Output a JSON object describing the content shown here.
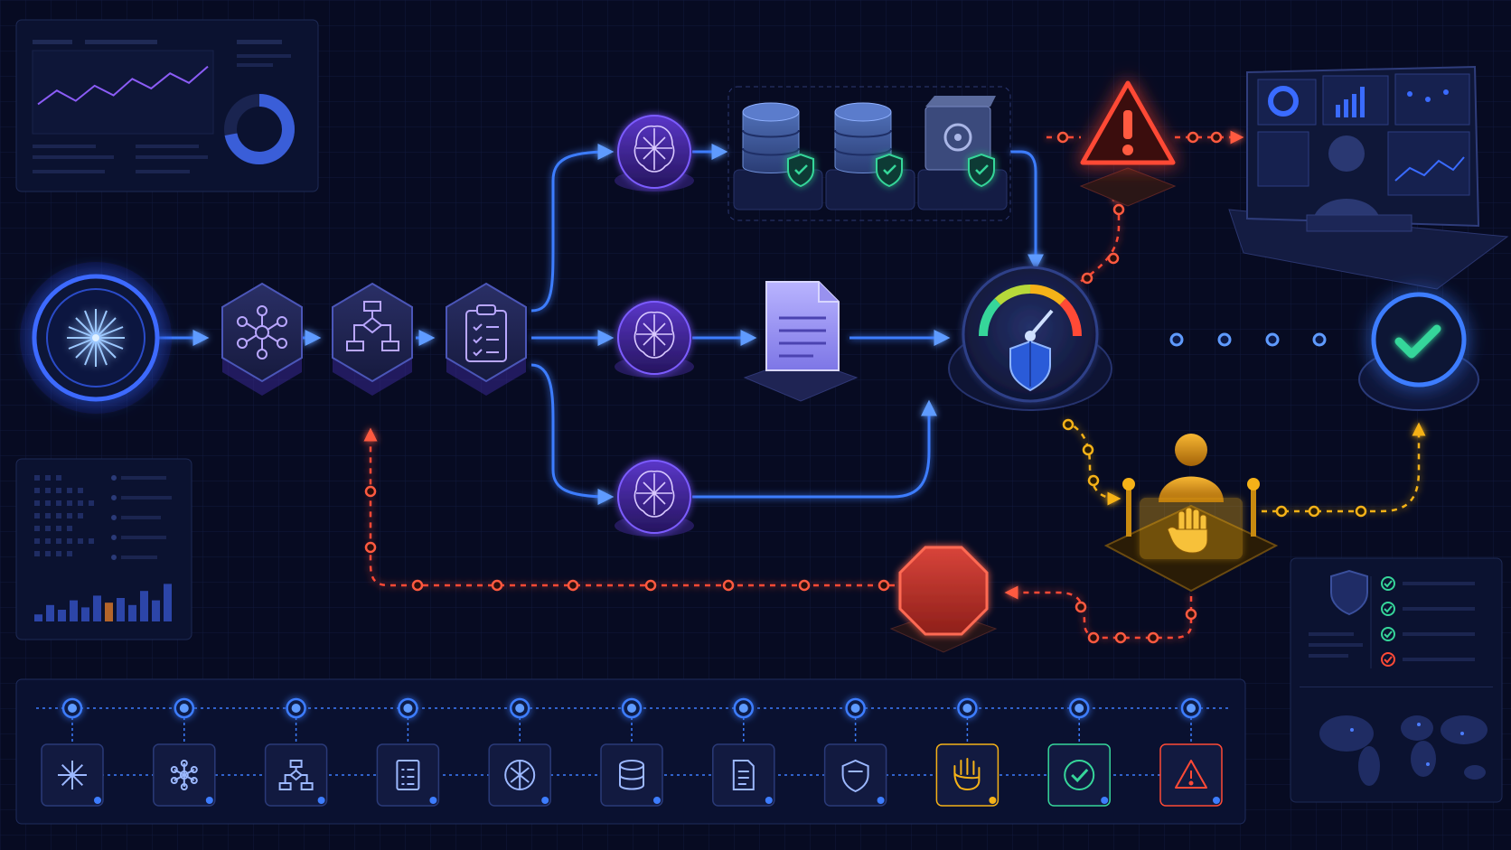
{
  "colors": {
    "background": "#070b22",
    "grid": "#121a3d",
    "flow_blue": "#3d7dff",
    "flow_glow": "#5f9bff",
    "alert_red": "#ff4a36",
    "review_amber": "#f5b218",
    "success_green": "#36d69a",
    "node_purple": "#7b4dff"
  },
  "nodes": [
    {
      "id": "source",
      "icon": "starburst-icon",
      "kind": "input"
    },
    {
      "id": "hub",
      "icon": "network-hub-icon",
      "kind": "step"
    },
    {
      "id": "plan",
      "icon": "flowchart-icon",
      "kind": "step"
    },
    {
      "id": "spec",
      "icon": "clipboard-checklist-icon",
      "kind": "step"
    },
    {
      "id": "agent-top",
      "icon": "neural-brain-icon",
      "kind": "agent"
    },
    {
      "id": "agent-mid",
      "icon": "neural-brain-icon",
      "kind": "agent"
    },
    {
      "id": "agent-bottom",
      "icon": "neural-brain-icon",
      "kind": "agent"
    },
    {
      "id": "storage",
      "icon": "database-icon",
      "kind": "secured-store",
      "items": [
        "database-icon",
        "database-icon",
        "vault-icon"
      ],
      "badge": "shield-check-icon"
    },
    {
      "id": "document",
      "icon": "document-icon",
      "kind": "output"
    },
    {
      "id": "evaluator",
      "icon": "gauge-shield-icon",
      "kind": "check"
    },
    {
      "id": "alert",
      "icon": "warning-triangle-icon",
      "kind": "alert"
    },
    {
      "id": "operator-console",
      "icon": "operator-dashboard-icon",
      "kind": "monitor"
    },
    {
      "id": "approved",
      "icon": "checkmark-icon",
      "kind": "success"
    },
    {
      "id": "human-review",
      "icon": "human-stop-hand-icon",
      "kind": "review"
    },
    {
      "id": "stop",
      "icon": "stop-octagon-icon",
      "kind": "halt"
    }
  ],
  "flows": [
    {
      "from": "source",
      "to": "hub",
      "type": "main"
    },
    {
      "from": "hub",
      "to": "plan",
      "type": "main"
    },
    {
      "from": "plan",
      "to": "spec",
      "type": "main"
    },
    {
      "from": "spec",
      "to": "agent-top",
      "type": "main"
    },
    {
      "from": "spec",
      "to": "agent-mid",
      "type": "main"
    },
    {
      "from": "spec",
      "to": "agent-bottom",
      "type": "main"
    },
    {
      "from": "agent-top",
      "to": "storage",
      "type": "main"
    },
    {
      "from": "agent-mid",
      "to": "document",
      "type": "main"
    },
    {
      "from": "document",
      "to": "evaluator",
      "type": "main"
    },
    {
      "from": "agent-bottom",
      "to": "evaluator",
      "type": "main"
    },
    {
      "from": "storage",
      "to": "evaluator",
      "type": "main"
    },
    {
      "from": "evaluator",
      "to": "approved",
      "type": "bidirectional"
    },
    {
      "from": "evaluator",
      "to": "alert",
      "type": "alert"
    },
    {
      "from": "alert",
      "to": "operator-console",
      "type": "alert"
    },
    {
      "from": "evaluator",
      "to": "human-review",
      "type": "review"
    },
    {
      "from": "human-review",
      "to": "approved",
      "type": "review"
    },
    {
      "from": "human-review",
      "to": "stop",
      "type": "alert"
    },
    {
      "from": "stop",
      "to": "plan",
      "type": "alert"
    }
  ],
  "timeline": [
    {
      "icon": "starburst-icon",
      "status": "blue"
    },
    {
      "icon": "network-hub-icon",
      "status": "blue"
    },
    {
      "icon": "flowchart-icon",
      "status": "blue"
    },
    {
      "icon": "clipboard-checklist-icon",
      "status": "blue"
    },
    {
      "icon": "neural-brain-icon",
      "status": "blue"
    },
    {
      "icon": "database-icon",
      "status": "blue"
    },
    {
      "icon": "document-icon",
      "status": "blue"
    },
    {
      "icon": "shield-icon",
      "status": "blue"
    },
    {
      "icon": "stop-hand-icon",
      "status": "amber"
    },
    {
      "icon": "checkmark-icon",
      "status": "green"
    },
    {
      "icon": "warning-triangle-icon",
      "status": "red"
    }
  ],
  "side_panels": {
    "analytics": {
      "line_series": [
        0.35,
        0.55,
        0.4,
        0.62,
        0.48,
        0.72,
        0.58,
        0.8,
        0.66,
        0.9
      ],
      "donut_fill": 0.72
    },
    "metrics": {
      "bars": [
        0.15,
        0.35,
        0.25,
        0.45,
        0.3,
        0.55,
        0.4,
        0.5,
        0.35,
        0.65,
        0.45,
        0.8
      ],
      "highlight_bar": 6
    },
    "compliance": {
      "checks": [
        "pass",
        "pass",
        "pass",
        "fail"
      ]
    }
  }
}
